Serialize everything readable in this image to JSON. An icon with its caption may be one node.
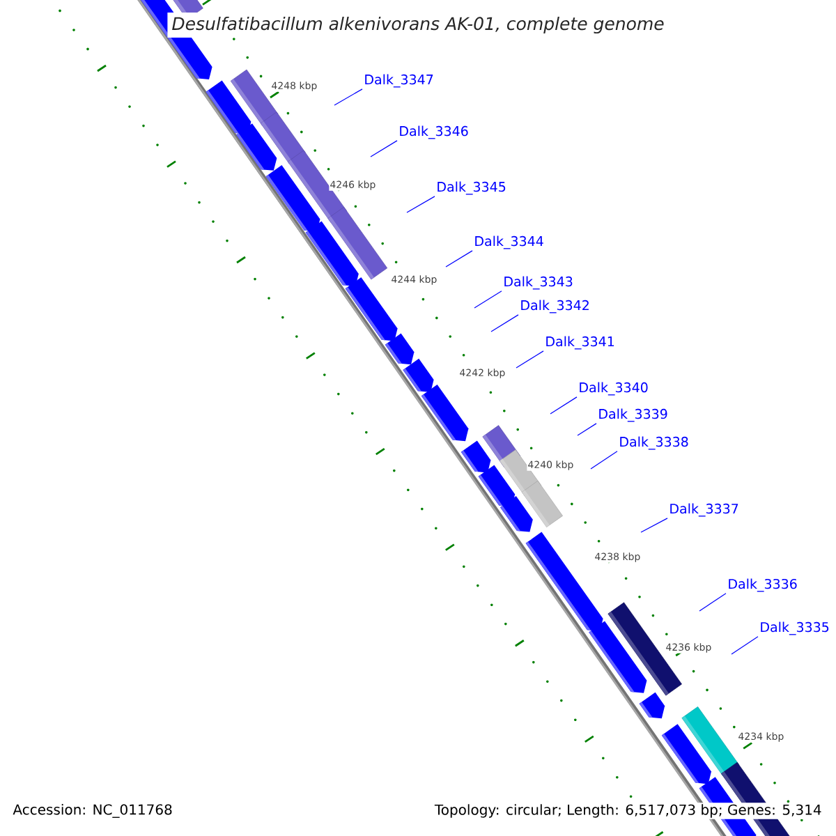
{
  "diagram": {
    "title": "Desulfatibacillum alkenivorans AK-01, complete genome",
    "nodes": [
      {
        "text": [
          "Dalk_3347"
        ]
      },
      {
        "text": [
          "Dalk_3346"
        ]
      },
      {
        "text": [
          "Dalk_3345"
        ]
      },
      {
        "text": [
          "Dalk_3344"
        ]
      },
      {
        "text": [
          "Dalk_3343"
        ]
      },
      {
        "text": [
          "Dalk_3342"
        ]
      },
      {
        "text": [
          "Dalk_3341"
        ]
      },
      {
        "text": [
          "Dalk_3340"
        ]
      },
      {
        "text": [
          "Dalk_3339"
        ]
      },
      {
        "text": [
          "Dalk_3338"
        ]
      },
      {
        "text": [
          "Dalk_3337"
        ]
      },
      {
        "text": [
          "Dalk_3336"
        ]
      },
      {
        "text": [
          "Dalk_3335"
        ]
      }
    ],
    "edges": [
      {
        "from": 0,
        "to": null,
        "arrow": "none"
      },
      {
        "from": 1,
        "to": null,
        "arrow": "none"
      },
      {
        "from": 2,
        "to": null,
        "arrow": "none"
      },
      {
        "from": 3,
        "to": null,
        "arrow": "none"
      },
      {
        "from": 4,
        "to": null,
        "arrow": "none"
      },
      {
        "from": 5,
        "to": null,
        "arrow": "none"
      },
      {
        "from": 6,
        "to": null,
        "arrow": "none"
      },
      {
        "from": 7,
        "to": null,
        "arrow": "none"
      },
      {
        "from": 8,
        "to": null,
        "arrow": "none"
      },
      {
        "from": 9,
        "to": null,
        "arrow": "none"
      },
      {
        "from": 10,
        "to": null,
        "arrow": "none"
      },
      {
        "from": 11,
        "to": null,
        "arrow": "none"
      },
      {
        "from": 12,
        "to": null,
        "arrow": "none"
      }
    ],
    "labels": [
      "4248 kbp",
      "4246 kbp",
      "4244 kbp",
      "4242 kbp",
      "4240 kbp",
      "4238 kbp",
      "4236 kbp",
      "4234 kbp",
      "Accession: NC_011768",
      "Topology: circular; Length: 6,517,073 bp; Genes: 5,314"
    ]
  }
}
